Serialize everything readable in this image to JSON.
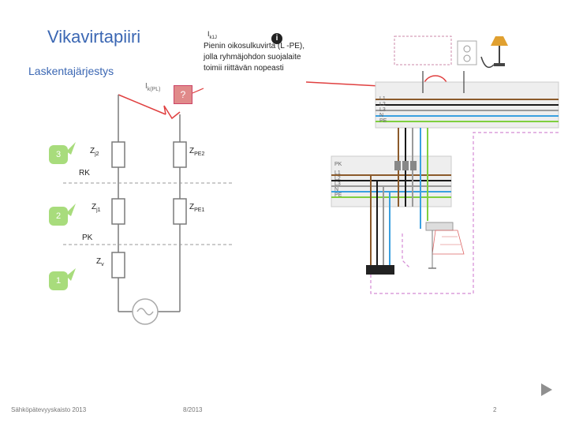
{
  "title": "Vikavirtapiiri",
  "subtitle": "Laskentajärjestys",
  "callout": {
    "symbol": "I",
    "symbol_sub": "k1J",
    "text": "Pienin oikosulkuvirta (L -PE), jolla ryhmäjohdon suojalaite toimii riittävän nopeasti",
    "icon": "info-icon"
  },
  "circuit": {
    "fault_current_label": "I",
    "fault_current_sub": "k(PL)",
    "question_mark": "?",
    "z_j2": {
      "main": "Z",
      "sub": "j2"
    },
    "z_pe2": {
      "main": "Z",
      "sub": "PE2"
    },
    "z_j1": {
      "main": "Z",
      "sub": "j1"
    },
    "z_pe1": {
      "main": "Z",
      "sub": "PE1"
    },
    "z_v": {
      "main": "Z",
      "sub": "v"
    },
    "rk": "RK",
    "pk": "PK"
  },
  "steps": [
    "3",
    "2",
    "1"
  ],
  "panels": {
    "top_conductors": [
      "L1",
      "L2",
      "L3",
      "N",
      "PE"
    ],
    "mid_header": "PK",
    "mid_conductors": [
      "L1",
      "L2",
      "L3",
      "N",
      "PE"
    ]
  },
  "footer": {
    "left": "Sähköpätevyyskaisto 2013",
    "middle": "8/2013",
    "page": "2"
  },
  "colors": {
    "title": "#3b67b3",
    "wire": "#7a7a7a",
    "fault": "#e04040",
    "step": "#a8dc7c",
    "L1": "#8b5a2b",
    "L2": "#1a1a1a",
    "L3": "#9a9a9a",
    "N": "#3aa0e0",
    "PE": "#7fcf3f"
  }
}
